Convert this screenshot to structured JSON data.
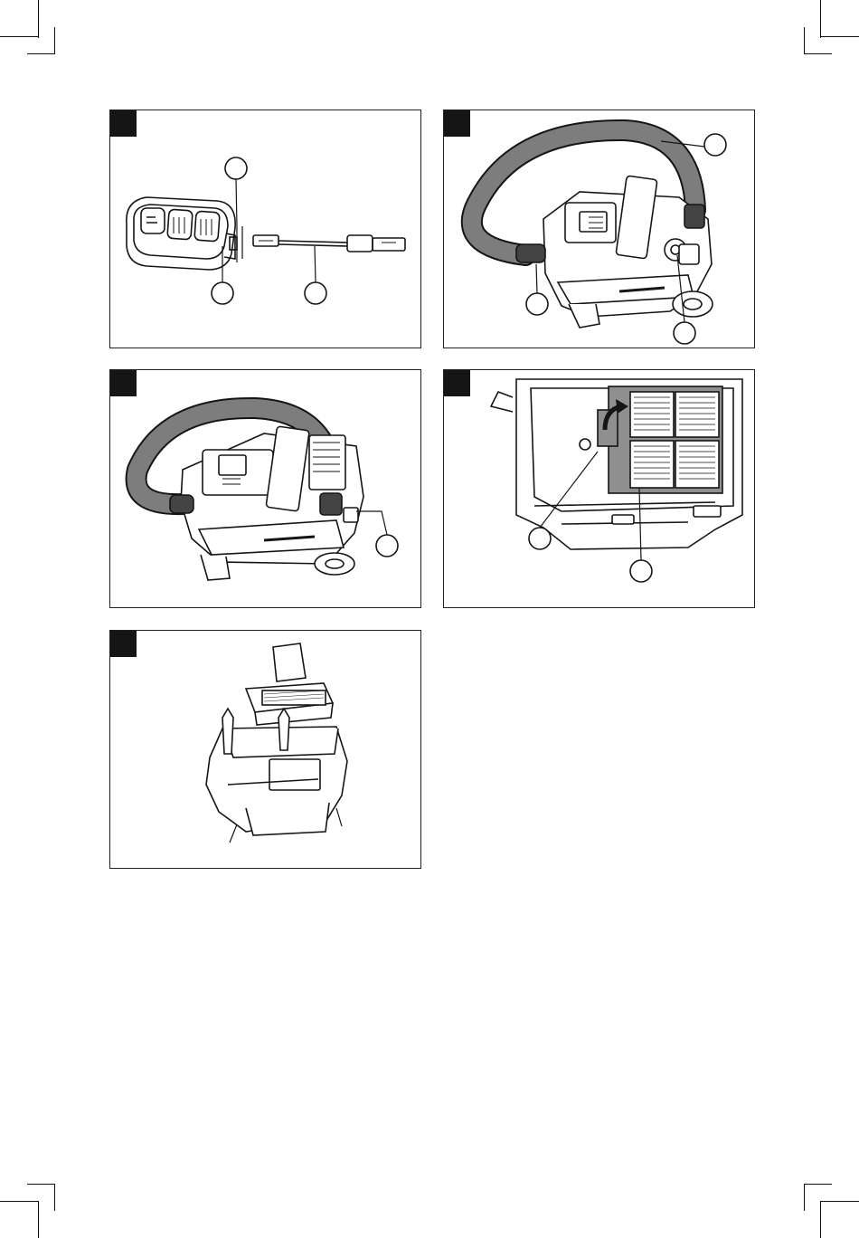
{
  "page": {
    "title": "",
    "colors": {
      "ink": "#151515",
      "hose": "#7d7d7d",
      "filter_fill": "#8f8f8f",
      "background": "#ffffff"
    }
  },
  "figures": [
    {
      "id": "fig-1",
      "content": "remote-control-and-usb-cable",
      "callouts": 3
    },
    {
      "id": "fig-2",
      "content": "vacuum-with-hose-right-side",
      "callouts": 3
    },
    {
      "id": "fig-3",
      "content": "vacuum-with-hose-front",
      "callouts": 1
    },
    {
      "id": "fig-4",
      "content": "filter-compartment-open",
      "callouts": 2
    },
    {
      "id": "fig-5",
      "content": "filter-removed-from-housing",
      "callouts": 0
    }
  ]
}
